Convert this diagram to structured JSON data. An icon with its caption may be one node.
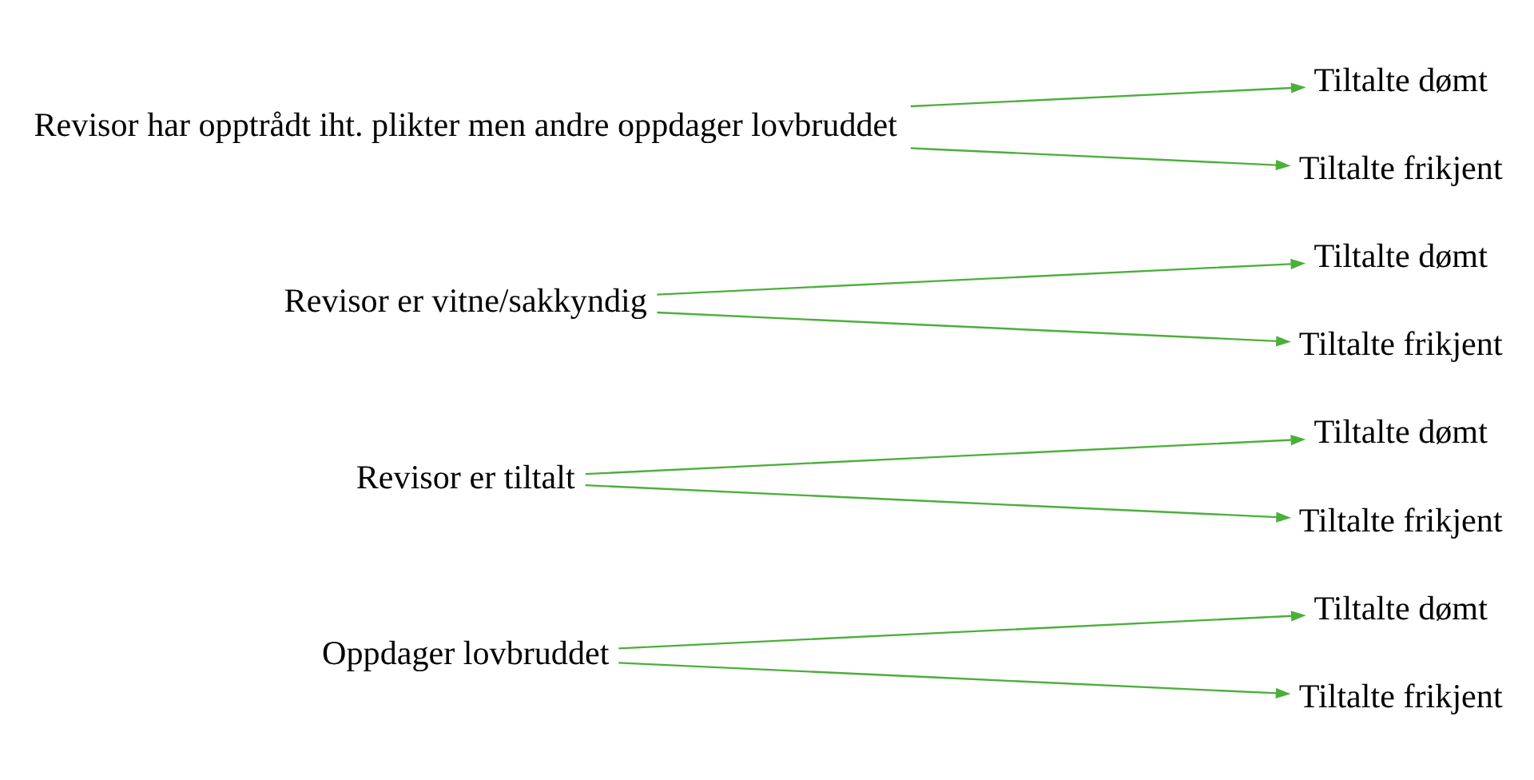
{
  "diagram": {
    "nodes": [
      {
        "text": [
          "Oppdager lovbruddet"
        ]
      },
      {
        "text": [
          "Tiltalte dømt"
        ]
      },
      {
        "text": [
          "Tiltalte frikjent"
        ]
      },
      {
        "text": [
          "Revisor er tiltalt"
        ]
      },
      {
        "text": [
          "Tiltalte dømt"
        ]
      },
      {
        "text": [
          "Tiltalte frikjent"
        ]
      },
      {
        "text": [
          "Revisor er vitne/sakkyndig"
        ]
      },
      {
        "text": [
          "Tiltalte dømt"
        ]
      },
      {
        "text": [
          "Tiltalte frikjent"
        ]
      },
      {
        "text": [
          "Revisor har opptrådt iht. plikter men andre oppdager lovbruddet"
        ]
      },
      {
        "text": [
          "Tiltalte dømt"
        ]
      },
      {
        "text": [
          "Tiltalte frikjent"
        ]
      }
    ],
    "edges": [
      {
        "from": 0,
        "to": 1,
        "arrow": "to"
      },
      {
        "from": 0,
        "to": 2,
        "arrow": "to"
      },
      {
        "from": 3,
        "to": 4,
        "arrow": "to"
      },
      {
        "from": 3,
        "to": 5,
        "arrow": "to"
      },
      {
        "from": 6,
        "to": 7,
        "arrow": "to"
      },
      {
        "from": 6,
        "to": 8,
        "arrow": "to"
      },
      {
        "from": 9,
        "to": 10,
        "arrow": "to"
      },
      {
        "from": 9,
        "to": 11,
        "arrow": "to"
      }
    ]
  }
}
